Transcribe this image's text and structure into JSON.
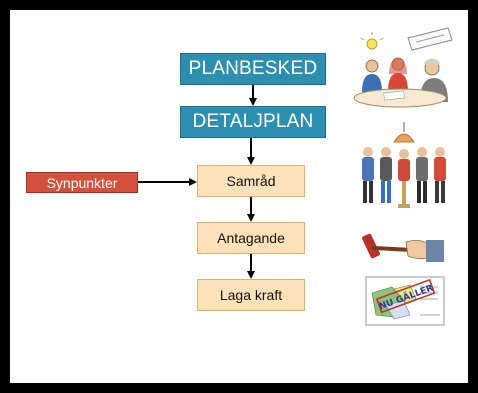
{
  "flow": {
    "steps": [
      {
        "label": "PLANBESKED"
      },
      {
        "label": "DETALJPLAN"
      },
      {
        "label": "Samråd"
      },
      {
        "label": "Antagande"
      },
      {
        "label": "Laga kraft"
      }
    ],
    "input": {
      "label": "Synpunkter"
    }
  },
  "illustrations": {
    "stamp": {
      "text": "NU GÄLLER"
    }
  },
  "colors": {
    "frame": "#000000",
    "teal_box": "#2d8fb0",
    "peach_box": "#fde2b9",
    "red_box": "#d5503c",
    "arrow": "#000000"
  }
}
